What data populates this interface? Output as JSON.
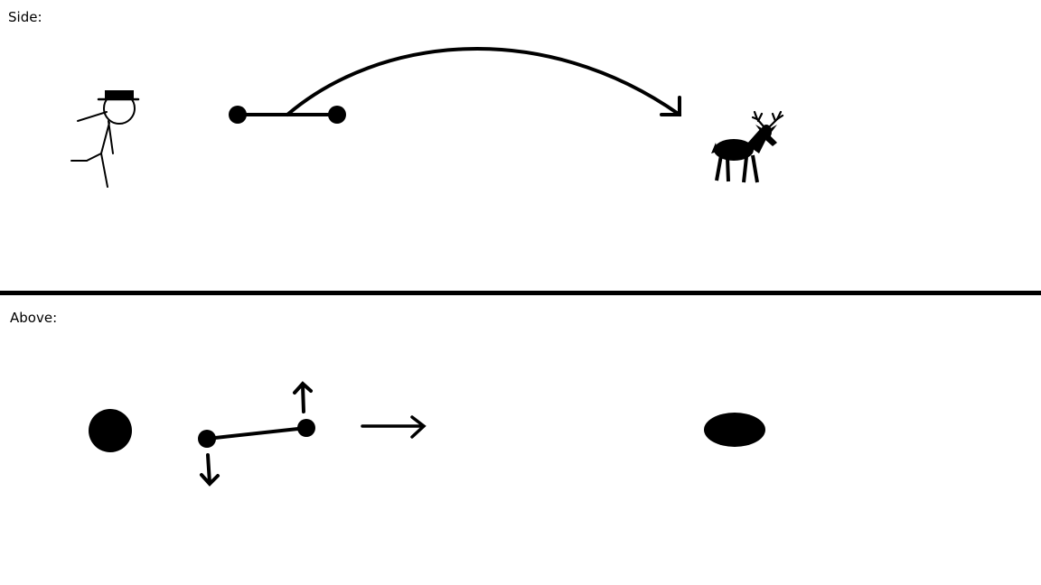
{
  "diagram": {
    "side_view": {
      "label": "Side:",
      "figures": {
        "person": "stick-figure-with-hat",
        "projectile": "bola-two-weights-and-cord",
        "trajectory": "arc-arrow",
        "target": "deer-silhouette"
      }
    },
    "above_view": {
      "label": "Above:",
      "figures": {
        "person": "person-top-view-circle",
        "projectile": "bola-spinning-with-rotation-arrows",
        "direction": "travel-arrow",
        "target": "deer-top-view-ellipse"
      }
    },
    "colors": {
      "ink": "#000000",
      "background": "#ffffff"
    }
  }
}
